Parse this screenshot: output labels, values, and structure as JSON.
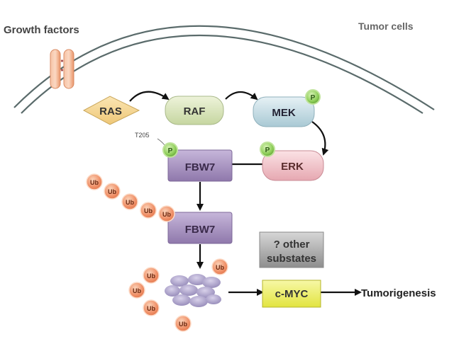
{
  "labels": {
    "growth_factors": "Growth factors",
    "tumor_cells": "Tumor cells",
    "t205": "T205",
    "tumorigenesis": "Tumorigenesis"
  },
  "nodes": {
    "ras": "RAS",
    "raf": "RAF",
    "mek": "MEK",
    "erk": "ERK",
    "fbw7_top": "FBW7",
    "fbw7_bottom": "FBW7",
    "cmyc": "c-MYC",
    "other_line1": "? other",
    "other_line2": "substates"
  },
  "phospho_label": "P",
  "ub_label": "Ub",
  "colors": {
    "membrane": "#5a6b6b",
    "receptor": "#f0a47c",
    "ras": "#f5d48c",
    "raf": "#d9e4bc",
    "mek": "#c2dbe3",
    "erk": "#f1c0c6",
    "fbw7": "#a58fbd",
    "cmyc": "#eef06a",
    "other": "#a9a9a9",
    "phospho": "#8fcf5a",
    "ub": "#f0926a",
    "proteasome": "#a79cc6"
  }
}
